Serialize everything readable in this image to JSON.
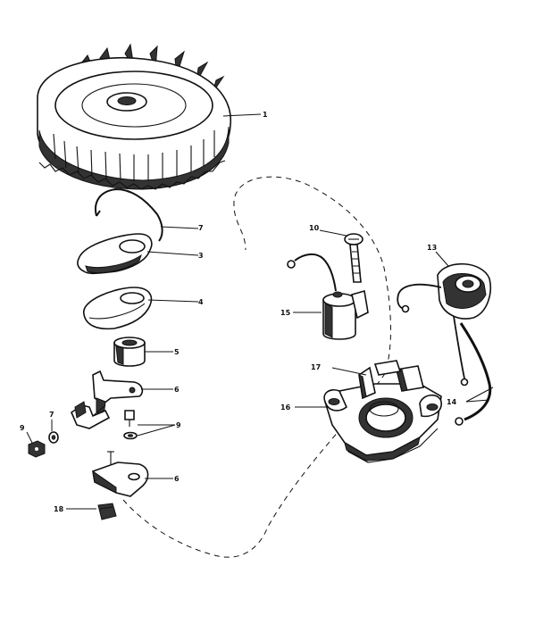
{
  "callouts": {
    "c1": "1",
    "c7a": "7",
    "c3": "3",
    "c4": "4",
    "c5": "5",
    "c6a": "6",
    "c9a": "9",
    "c7b": "7",
    "c9b": "9",
    "c6b": "6",
    "c18": "18",
    "c10": "10",
    "c13": "13",
    "c15": "15",
    "c17": "17",
    "c16": "16",
    "c14": "14"
  }
}
